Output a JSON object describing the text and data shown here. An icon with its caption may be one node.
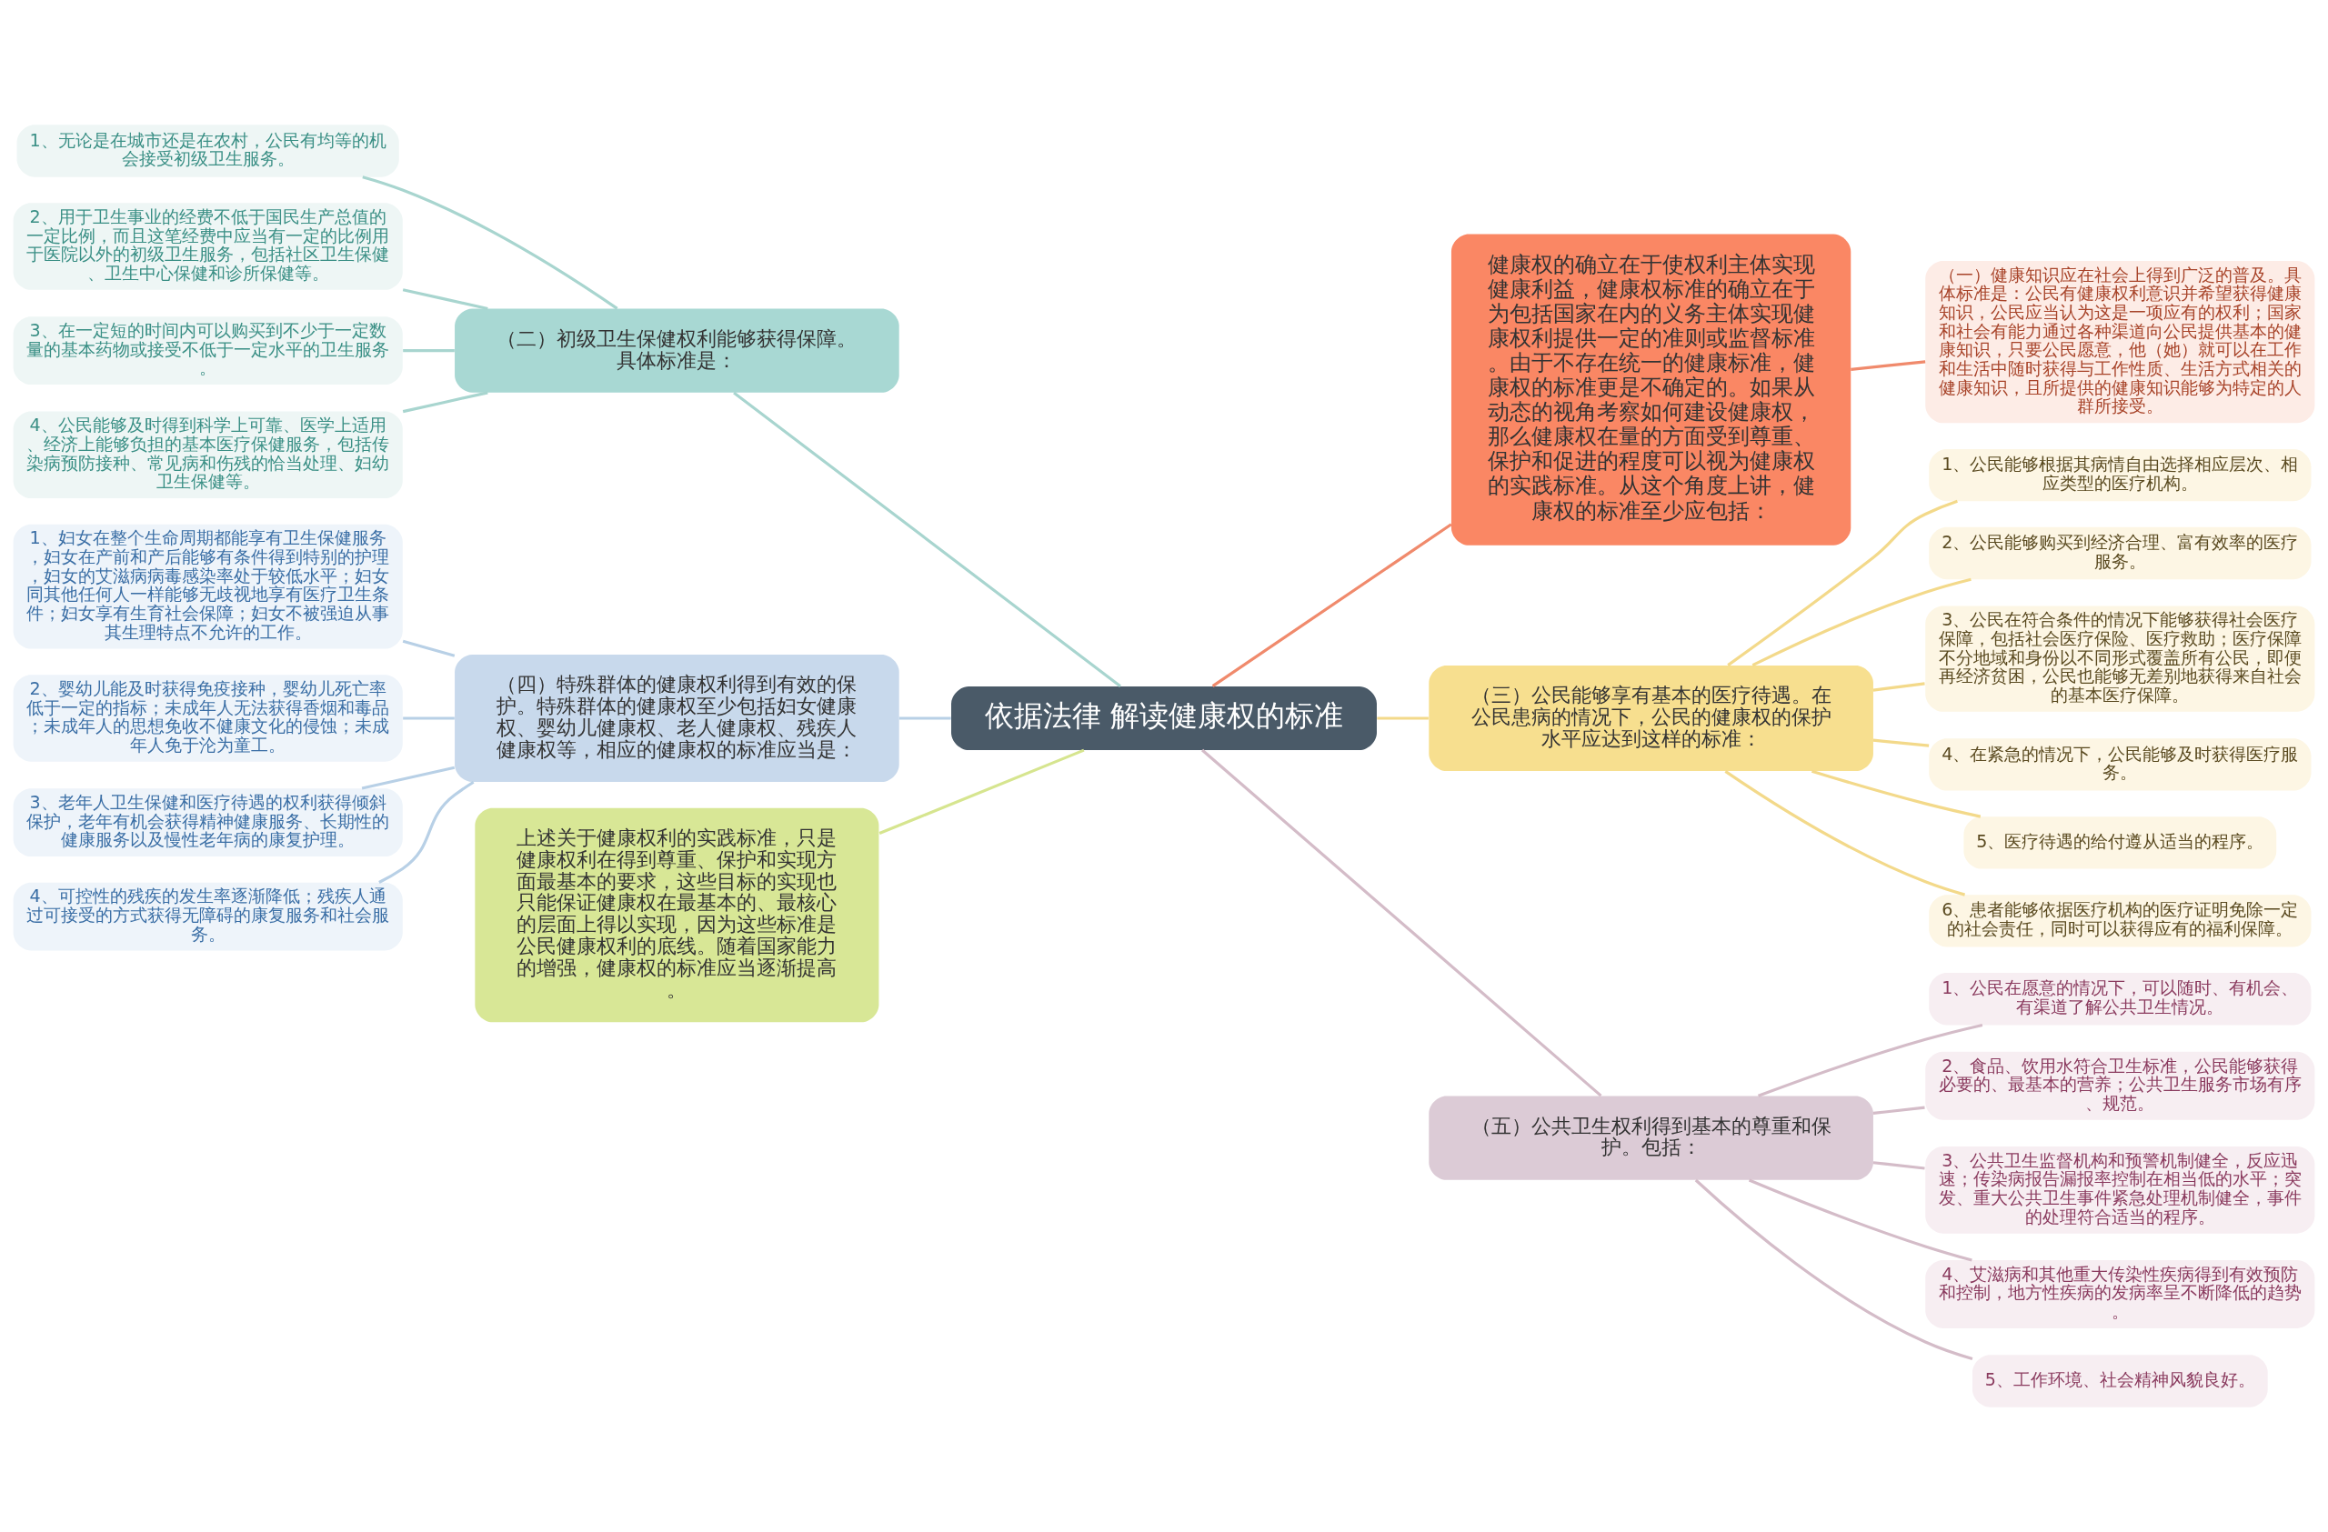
{
  "diagram": {
    "nodes": [
      {
        "text": [
          "依据法律 解读健康权的标准"
        ]
      },
      {
        "text": [
          "健康权的确立在于使权利主体实现健康利益，健康权标准的确立在于为包括国家在内的义务主体实现健康权利提供一定的准则或监督标准。由于不存在统一的健康标准，健康权的标准更是不确定的。如果从动态的视角考察如何建设健康权，那么健康权在量的方面受到尊重、保护和促进的程度可以视为健康权的实践标准。从这个角度上讲，健康权的标准至少应包括："
        ]
      },
      {
        "text": [
          "（一）健康知识应在社会上得到广泛的普及。具体标准是：公民有健康权利意识并希望获得健康知识，公民应当认为这是一项应有的权利；国家和社会有能力通过各种渠道向公民提供基本的健康知识，只要公民愿意，他（她）就可以在工作和生活中随时获得与工作性质、生活方式相关的健康知识，且所提供的健康知识能够为特定的人群所接受。"
        ]
      },
      {
        "text": [
          "（二）初级卫生保健权利能够获得保障。具体标准是："
        ]
      },
      {
        "text": [
          "1、无论是在城市还是在农村，公民有均等的机会接受初级卫生服务。"
        ]
      },
      {
        "text": [
          "2、用于卫生事业的经费不低于国民生产总值的一定比例，而且这笔经费中应当有一定的比例用于医院以外的初级卫生服务，包括社区卫生保健、卫生中心保健和诊所保健等。"
        ]
      },
      {
        "text": [
          "3、在一定短的时间内可以购买到不少于一定数量的基本药物或接受不低于一定水平的卫生服务。"
        ]
      },
      {
        "text": [
          "4、公民能够及时得到科学上可靠、医学上适用、经济上能够负担的基本医疗保健服务，包括传染病预防接种、常见病和伤残的恰当处理、妇幼卫生保健等。"
        ]
      },
      {
        "text": [
          "（三）公民能够享有基本的医疗待遇。在公民患病的情况下，公民的健康权的保护水平应达到这样的标准："
        ]
      },
      {
        "text": [
          "1、公民能够根据其病情自由选择相应层次、相应类型的医疗机构。"
        ]
      },
      {
        "text": [
          "2、公民能够购买到经济合理、富有效率的医疗服务。"
        ]
      },
      {
        "text": [
          "3、公民在符合条件的情况下能够获得社会医疗保障，包括社会医疗保险、医疗救助；医疗保障不分地域和身份以不同形式覆盖所有公民，即便再经济贫困，公民也能够无差别地获得来自社会的基本医疗保障。"
        ]
      },
      {
        "text": [
          "4、在紧急的情况下，公民能够及时获得医疗服务。"
        ]
      },
      {
        "text": [
          "5、医疗待遇的给付遵从适当的程序。"
        ]
      },
      {
        "text": [
          "6、患者能够依据医疗机构的医疗证明免除一定的社会责任，同时可以获得应有的福利保障。"
        ]
      },
      {
        "text": [
          "（四）特殊群体的健康权利得到有效的保护。特殊群体的健康权至少包括妇女健康权、婴幼儿健康权、老人健康权、残疾人健康权等，相应的健康权的标准应当是："
        ]
      },
      {
        "text": [
          "1、妇女在整个生命周期都能享有卫生保健服务，妇女在产前和产后能够有条件得到特别的护理，妇女的艾滋病病毒感染率处于较低水平；妇女同其他任何人一样能够无歧视地享有医疗卫生条件；妇女享有生育社会保障；妇女不被强迫从事其生理特点不允许的工作。"
        ]
      },
      {
        "text": [
          "2、婴幼儿能及时获得免疫接种，婴幼儿死亡率低于一定的指标；未成年人无法获得香烟和毒品；未成年人的思想免收不健康文化的侵蚀；未成年人免于沦为童工。"
        ]
      },
      {
        "text": [
          "3、老年人卫生保健和医疗待遇的权利获得倾斜保护，老年有机会获得精神健康服务、长期性的健康服务以及慢性老年病的康复护理。"
        ]
      },
      {
        "text": [
          "4、可控性的残疾的发生率逐渐降低；残疾人通过可接受的方式获得无障碍的康复服务和社会服务。"
        ]
      },
      {
        "text": [
          "上述关于健康权利的实践标准，只是健康权利在得到尊重、保护和实现方面最基本的要求，这些目标的实现也只能保证健康权在最基本的、最核心的层面上得以实现，因为这些标准是公民健康权利的底线。随着国家能力的增强，健康权的标准应当逐渐提高。"
        ]
      },
      {
        "text": [
          "（五）公共卫生权利得到基本的尊重和保护。包括："
        ]
      },
      {
        "text": [
          "1、公民在愿意的情况下，可以随时、有机会、有渠道了解公共卫生情况。"
        ]
      },
      {
        "text": [
          "2、食品、饮用水符合卫生标准，公民能够获得必要的、最基本的营养；公共卫生服务市场有序、规范。"
        ]
      },
      {
        "text": [
          "3、公共卫生监督机构和预警机制健全，反应迅速；传染病报告漏报率控制在相当低的水平；突发、重大公共卫生事件紧急处理机制健全，事件的处理符合适当的程序。"
        ]
      },
      {
        "text": [
          "4、艾滋病和其他重大传染性疾病得到有效预防和控制，地方性疾病的发病率呈不断降低的趋势。"
        ]
      },
      {
        "text": [
          "5、工作环境、社会精神风貌良好。"
        ]
      }
    ],
    "edges": [
      {
        "from": 0,
        "to": 1,
        "arrow": "none",
        "color": "#f08a6c"
      },
      {
        "from": 1,
        "to": 2,
        "arrow": "none",
        "color": "#f08a6c"
      },
      {
        "from": 0,
        "to": 3,
        "arrow": "none",
        "color": "#a8d5cf"
      },
      {
        "from": 3,
        "to": 4,
        "arrow": "none",
        "color": "#a8d5cf"
      },
      {
        "from": 3,
        "to": 5,
        "arrow": "none",
        "color": "#a8d5cf"
      },
      {
        "from": 3,
        "to": 6,
        "arrow": "none",
        "color": "#a8d5cf"
      },
      {
        "from": 3,
        "to": 7,
        "arrow": "none",
        "color": "#a8d5cf"
      },
      {
        "from": 0,
        "to": 8,
        "arrow": "none",
        "color": "#f3d98a"
      },
      {
        "from": 8,
        "to": 9,
        "arrow": "none",
        "color": "#f3d98a"
      },
      {
        "from": 8,
        "to": 10,
        "arrow": "none",
        "color": "#f3d98a"
      },
      {
        "from": 8,
        "to": 11,
        "arrow": "none",
        "color": "#f3d98a"
      },
      {
        "from": 8,
        "to": 12,
        "arrow": "none",
        "color": "#f3d98a"
      },
      {
        "from": 8,
        "to": 13,
        "arrow": "none",
        "color": "#f3d98a"
      },
      {
        "from": 8,
        "to": 14,
        "arrow": "none",
        "color": "#f3d98a"
      },
      {
        "from": 0,
        "to": 15,
        "arrow": "none",
        "color": "#b8d0e6"
      },
      {
        "from": 15,
        "to": 16,
        "arrow": "none",
        "color": "#b8d0e6"
      },
      {
        "from": 15,
        "to": 17,
        "arrow": "none",
        "color": "#b8d0e6"
      },
      {
        "from": 15,
        "to": 18,
        "arrow": "none",
        "color": "#b8d0e6"
      },
      {
        "from": 15,
        "to": 19,
        "arrow": "none",
        "color": "#b8d0e6"
      },
      {
        "from": 0,
        "to": 20,
        "arrow": "none",
        "color": "#d6e58f"
      },
      {
        "from": 0,
        "to": 21,
        "arrow": "none",
        "color": "#d4bcc8"
      },
      {
        "from": 21,
        "to": 22,
        "arrow": "none",
        "color": "#d4bcc8"
      },
      {
        "from": 21,
        "to": 23,
        "arrow": "none",
        "color": "#d4bcc8"
      },
      {
        "from": 21,
        "to": 24,
        "arrow": "none",
        "color": "#d4bcc8"
      },
      {
        "from": 21,
        "to": 25,
        "arrow": "none",
        "color": "#d4bcc8"
      },
      {
        "from": 21,
        "to": 26,
        "arrow": "none",
        "color": "#d4bcc8"
      }
    ]
  }
}
